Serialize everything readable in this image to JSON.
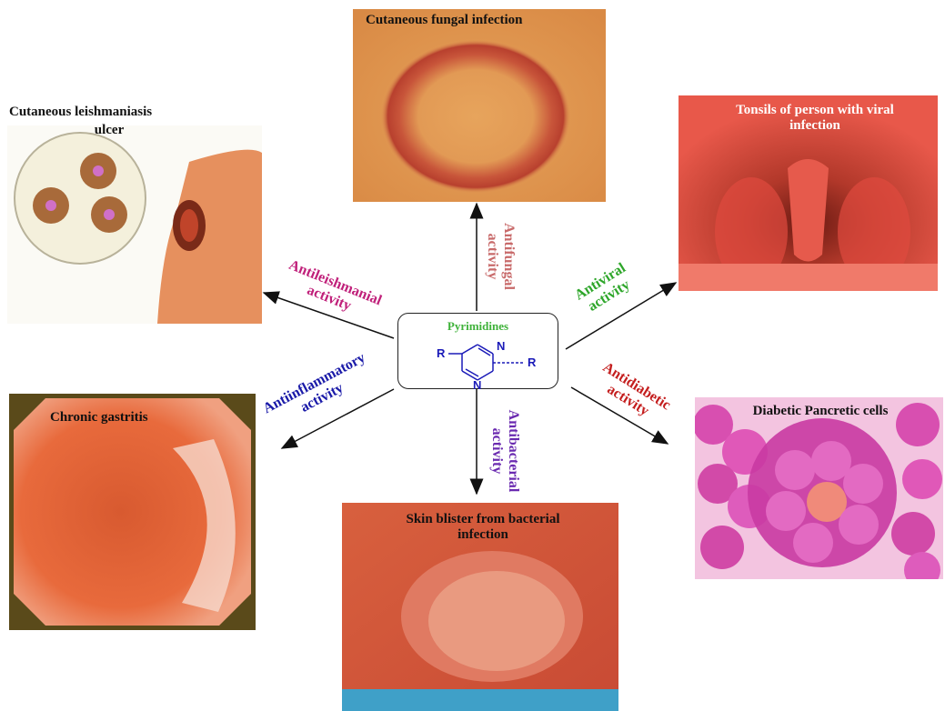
{
  "center": {
    "title": "Pyrimidines",
    "atom_r": "R",
    "atom_n": "N",
    "title_color": "#3fb23a",
    "structure_color": "#1a1ab8"
  },
  "activities": [
    {
      "label": "Antifungal\nactivity",
      "color": "#c86a6a"
    },
    {
      "label": "Antiviral\nactivity",
      "color": "#2ea62a"
    },
    {
      "label": "Antidiabetic\nactivity",
      "color": "#c41e1e"
    },
    {
      "label": "Antibacterial\nactivity",
      "color": "#6a2ab0"
    },
    {
      "label": "Antiinflammatory\nactivity",
      "color": "#1a1aa8"
    },
    {
      "label": "Antileishmanial\nactivity",
      "color": "#c0207a"
    }
  ],
  "panels": {
    "fungal": {
      "caption": "Cutaneous fungal infection"
    },
    "viral": {
      "caption": "Tonsils of person with viral\ninfection"
    },
    "diabetic": {
      "caption": "Diabetic Pancretic cells"
    },
    "bacterial": {
      "caption": "Skin blister from bacterial\ninfection"
    },
    "gastritis": {
      "caption": "Chronic gastritis"
    },
    "leish": {
      "caption_line1": "Cutaneous leishmaniasis",
      "caption_line2": "ulcer"
    }
  }
}
